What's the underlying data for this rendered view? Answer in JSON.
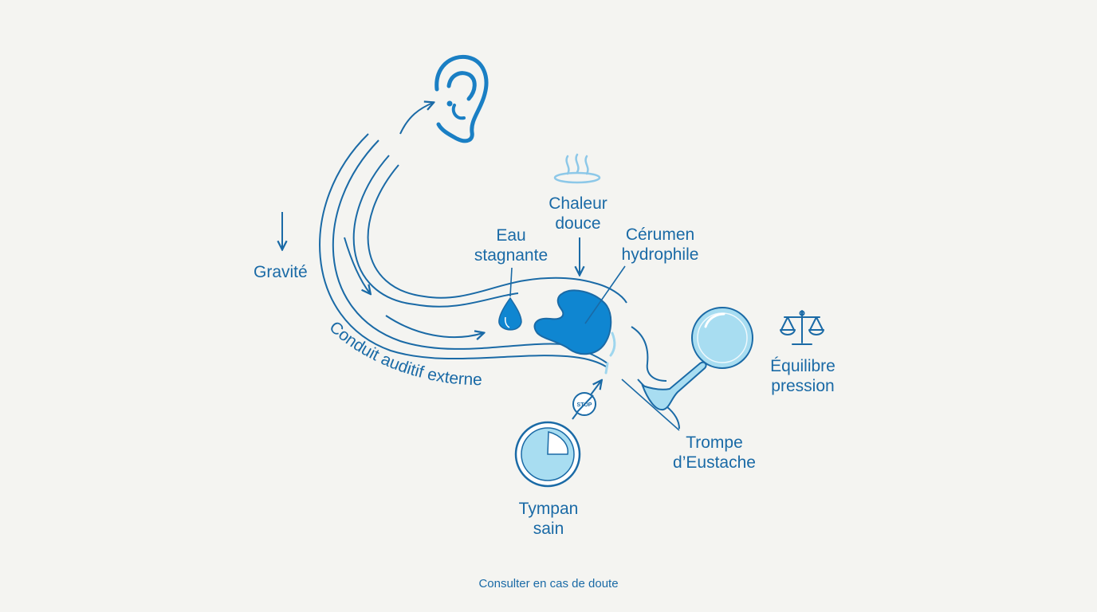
{
  "labels": {
    "gravity": "Gravité",
    "canal": "Conduit auditif externe",
    "heat": [
      "Chaleur",
      "douce"
    ],
    "water": [
      "Eau",
      "stagnante"
    ],
    "cerumen": [
      "Cérumen",
      "hydrophile"
    ],
    "balance": [
      "Équilibre",
      "pression"
    ],
    "eustachian": [
      "Trompe",
      "d’Eustache"
    ],
    "eardrum": [
      "Tympan",
      "sain"
    ],
    "stop_sign": "STOP"
  },
  "footer": "Consulter en cas de doute",
  "colors": {
    "line": "#1a6aa6",
    "dark_fill": "#0f86d1",
    "light_fill": "#a8ddf1",
    "background": "#f4f4f1"
  },
  "icons": [
    "ear-icon",
    "steam-icon",
    "water-drop-icon",
    "cerumen-blob-icon",
    "balance-scale-icon",
    "eardrum-icon",
    "stop-sign-icon",
    "eustachian-bulb-icon"
  ]
}
